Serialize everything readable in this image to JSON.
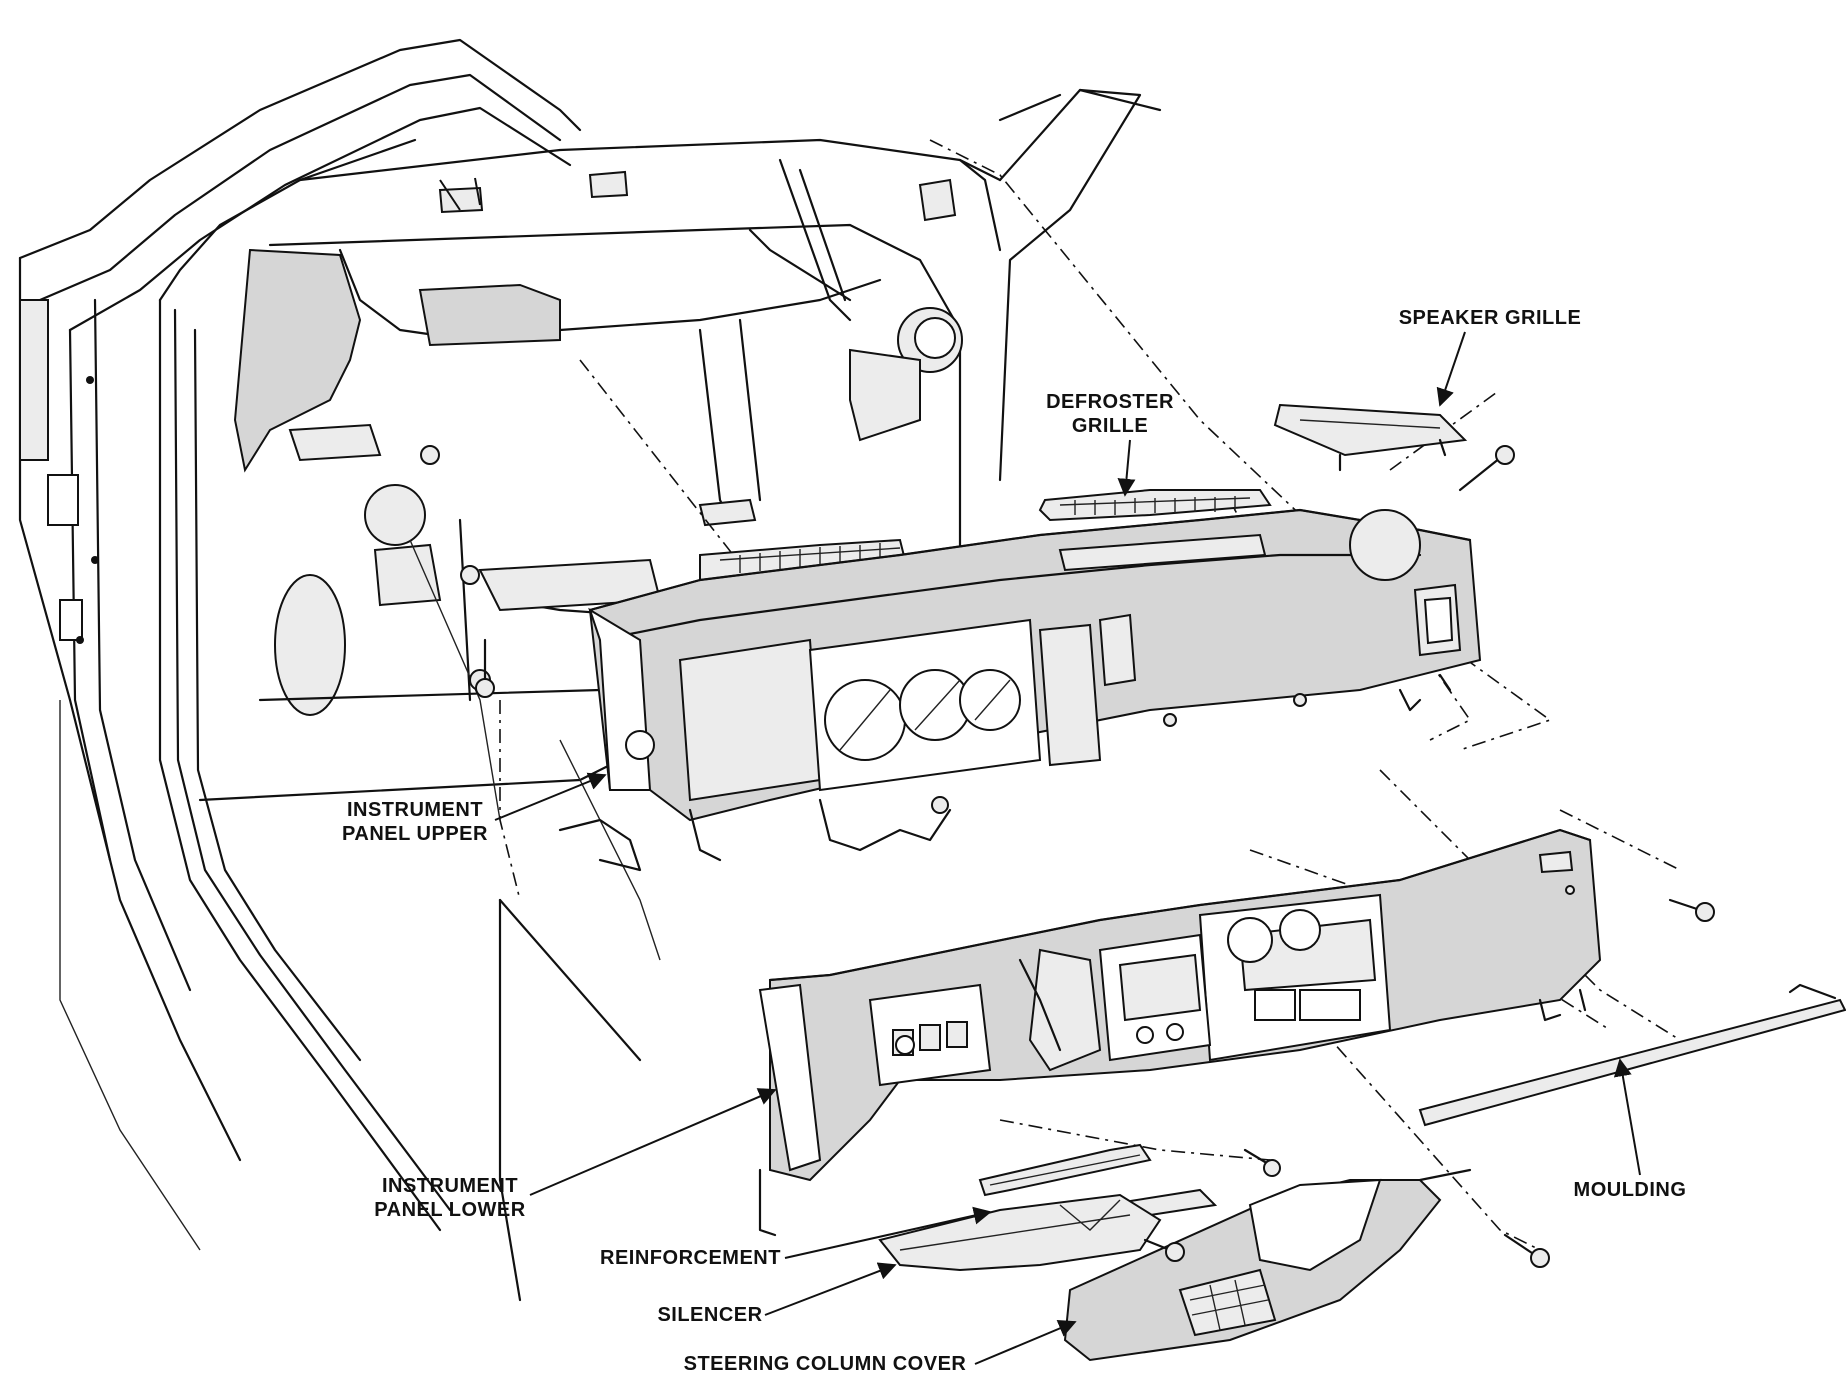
{
  "labels": {
    "speaker_grille": [
      "SPEAKER GRILLE"
    ],
    "defroster_grille": [
      "DEFROSTER",
      "GRILLE"
    ],
    "instrument_panel_upper": [
      "INSTRUMENT",
      "PANEL UPPER"
    ],
    "instrument_panel_lower": [
      "INSTRUMENT",
      "PANEL LOWER"
    ],
    "reinforcement": [
      "REINFORCEMENT"
    ],
    "silencer": [
      "SILENCER"
    ],
    "steering_column_cover": [
      "STEERING COLUMN COVER"
    ],
    "moulding": [
      "MOULDING"
    ]
  },
  "colors": {
    "ink": "#111111",
    "shade": "#d6d6d6",
    "paper": "#ffffff"
  }
}
